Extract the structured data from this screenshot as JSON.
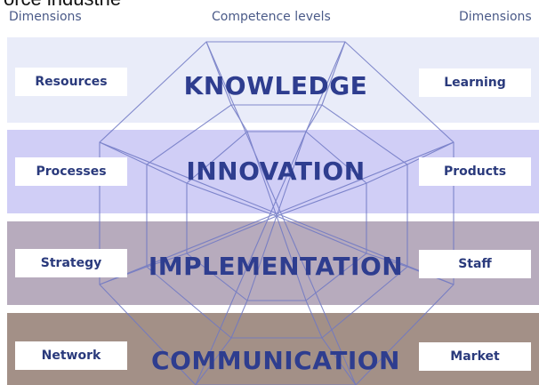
{
  "page_title_fragment": "orce industrie",
  "headers": {
    "left": "Dimensions",
    "center": "Competence levels",
    "right": "Dimensions"
  },
  "levels": [
    "KNOWLEDGE",
    "INNOVATION",
    "IMPLEMENTATION",
    "COMMUNICATION"
  ],
  "left_dimensions": [
    "Resources",
    "Processes",
    "Strategy",
    "Network"
  ],
  "right_dimensions": [
    "Learning",
    "Products",
    "Staff",
    "Market"
  ],
  "colors": {
    "band_knowledge": "#e9ecf9",
    "band_innovation": "#d0cef6",
    "band_implementation": "#b7abbd",
    "band_communication": "#a39087",
    "text_primary": "#2e3d8f",
    "lines": "#6f78c4"
  }
}
